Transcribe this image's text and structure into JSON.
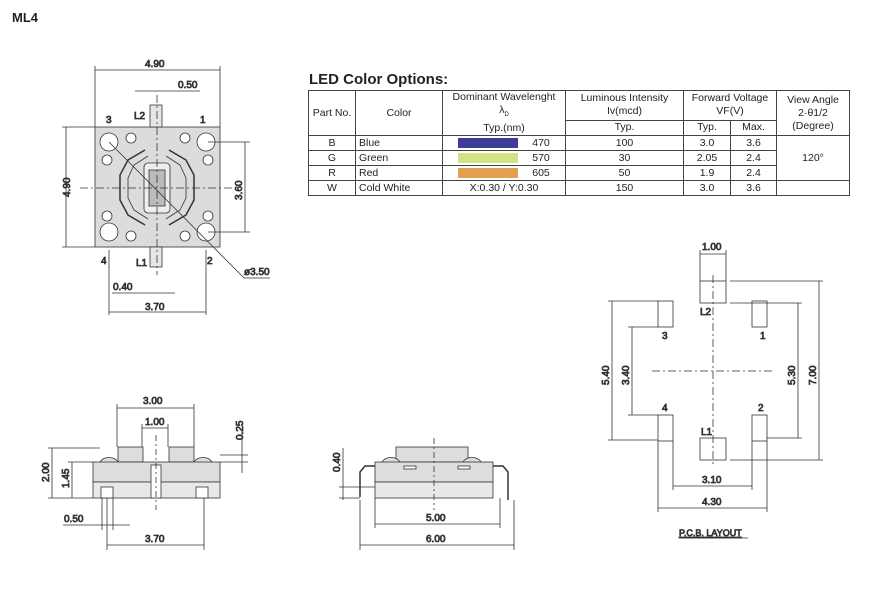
{
  "title": "ML4",
  "table": {
    "title": "LED Color Options:",
    "headers": {
      "part_no": "Part No.",
      "color": "Color",
      "wavelength": "Dominant Wavelenght",
      "wavelength_sym": "λ",
      "wavelength_sub": "D",
      "wavelength_unit": "Typ.(nm)",
      "intensity": "Luminous Intensity",
      "intensity_unit": "Iv(mcd)",
      "intensity_typ": "Typ.",
      "voltage": "Forward Voltage",
      "voltage_unit": "VF(V)",
      "voltage_typ": "Typ.",
      "voltage_max": "Max.",
      "view_angle": "View Angle",
      "view_angle_sym": "2·θ1/2",
      "view_angle_unit": "(Degree)"
    },
    "rows": [
      {
        "part": "B",
        "color": "Blue",
        "swatch": "#3d3d97",
        "wavelength": "470",
        "intensity": "100",
        "vf_typ": "3.0",
        "vf_max": "3.6"
      },
      {
        "part": "G",
        "color": "Green",
        "swatch": "#d4e386",
        "wavelength": "570",
        "intensity": "30",
        "vf_typ": "2.05",
        "vf_max": "2.4"
      },
      {
        "part": "R",
        "color": "Red",
        "swatch": "#e3a050",
        "wavelength": "605",
        "intensity": "50",
        "vf_typ": "1.9",
        "vf_max": "2.4"
      },
      {
        "part": "W",
        "color": "Cold White",
        "wavelength": "X:0.30 / Y:0.30",
        "intensity": "150",
        "vf_typ": "3.0",
        "vf_max": "3.6"
      }
    ],
    "view_angle_value": "120°"
  },
  "top_view": {
    "dim_width": "4.90",
    "dim_lead": "0.50",
    "dim_height": "4.90",
    "dim_pitch_v": "3.60",
    "dim_hole": "ø3.50",
    "dim_lead_w": "0.40",
    "dim_pitch_h": "3.70",
    "pin1": "1",
    "pin2": "2",
    "pin3": "3",
    "pin4": "4",
    "l1": "L1",
    "l2": "L2"
  },
  "side_view": {
    "dim_top": "3.00",
    "dim_center": "1.00",
    "dim_step": "0.25",
    "dim_height": "2.00",
    "dim_body": "1.45",
    "dim_pin": "0.50",
    "dim_pitch": "3.70"
  },
  "front_view": {
    "dim_offset": "0.40",
    "dim_body": "5.00",
    "dim_total": "6.00"
  },
  "pcb": {
    "title": "P.C.B. LAYOUT",
    "dim_pad_w": "1.00",
    "dim_outer_v": "5.40",
    "dim_inner_v": "3.40",
    "dim_pad_v": "5.30",
    "dim_total_v": "7.00",
    "dim_inner_h": "3.10",
    "dim_outer_h": "4.30",
    "pin1": "1",
    "pin2": "2",
    "pin3": "3",
    "pin4": "4",
    "l1": "L1",
    "l2": "L2"
  }
}
